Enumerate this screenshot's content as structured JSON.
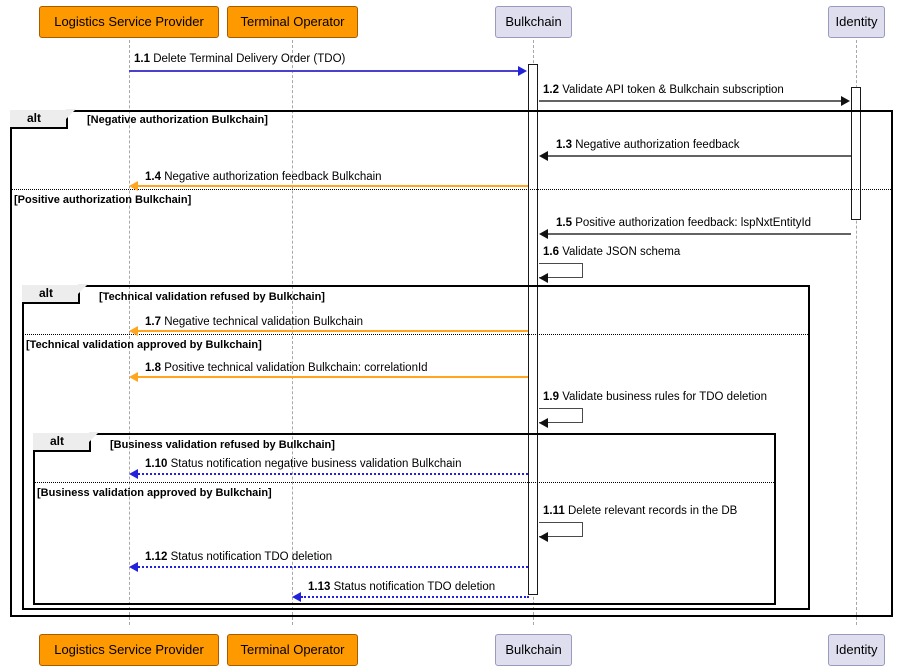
{
  "diagram": {
    "type": "uml-sequence-diagram",
    "title": "Delete Terminal Delivery Order (TDO)",
    "colors": {
      "actor_fill": "#FF9900",
      "actor_border": "#A85C00",
      "system_fill": "#DEDEEE",
      "system_border": "#9A9ABF",
      "message_blue": "#4B3FCF",
      "message_gray": "#636363",
      "message_orange": "#FFA51E",
      "message_dotted_blue": "#2222DD",
      "frame_border": "#000000",
      "lifeline": "#A8A8A8"
    }
  },
  "participants": [
    {
      "id": "lsp",
      "label": "Logistics Service Provider",
      "kind": "actor"
    },
    {
      "id": "terminal",
      "label": "Terminal Operator",
      "kind": "actor"
    },
    {
      "id": "bulkchain",
      "label": "Bulkchain",
      "kind": "system"
    },
    {
      "id": "identity",
      "label": "Identity",
      "kind": "system"
    }
  ],
  "fragments": [
    {
      "id": "frag-authorization",
      "operator": "alt",
      "guards": [
        "[Negative authorization Bulkchain]",
        "[Positive authorization Bulkchain]"
      ]
    },
    {
      "id": "frag-technical-validation",
      "operator": "alt",
      "guards": [
        "[Technical validation refused by Bulkchain]",
        "[Technical validation approved by Bulkchain]"
      ]
    },
    {
      "id": "frag-business-validation",
      "operator": "alt",
      "guards": [
        "[Business validation refused by Bulkchain]",
        "[Business validation approved by Bulkchain]"
      ]
    }
  ],
  "messages": [
    {
      "num": "1.1",
      "text": "Delete Terminal Delivery Order (TDO)",
      "from": "lsp",
      "to": "bulkchain",
      "style": "solid",
      "color": "blue"
    },
    {
      "num": "1.2",
      "text": "Validate API token & Bulkchain subscription",
      "from": "bulkchain",
      "to": "identity",
      "style": "solid",
      "color": "gray"
    },
    {
      "num": "1.3",
      "text": "Negative authorization feedback",
      "from": "identity",
      "to": "bulkchain",
      "style": "solid",
      "color": "gray"
    },
    {
      "num": "1.4",
      "text": "Negative authorization feedback Bulkchain",
      "from": "bulkchain",
      "to": "lsp",
      "style": "solid",
      "color": "orange"
    },
    {
      "num": "1.5",
      "text": "Positive authorization feedback: lspNxtEntityId",
      "from": "identity",
      "to": "bulkchain",
      "style": "solid",
      "color": "gray"
    },
    {
      "num": "1.6",
      "text": "Validate JSON schema",
      "from": "bulkchain",
      "to": "bulkchain",
      "style": "self",
      "color": "gray"
    },
    {
      "num": "1.7",
      "text": "Negative technical validation Bulkchain",
      "from": "bulkchain",
      "to": "lsp",
      "style": "solid",
      "color": "orange"
    },
    {
      "num": "1.8",
      "text": "Positive technical validation Bulkchain: correlationId",
      "from": "bulkchain",
      "to": "lsp",
      "style": "solid",
      "color": "orange"
    },
    {
      "num": "1.9",
      "text": "Validate business rules for TDO deletion",
      "from": "bulkchain",
      "to": "bulkchain",
      "style": "self",
      "color": "gray"
    },
    {
      "num": "1.10",
      "text": "Status notification negative business validation Bulkchain",
      "from": "bulkchain",
      "to": "lsp",
      "style": "dotted",
      "color": "dotblue"
    },
    {
      "num": "1.11",
      "text": "Delete relevant records in the DB",
      "from": "bulkchain",
      "to": "bulkchain",
      "style": "self",
      "color": "gray"
    },
    {
      "num": "1.12",
      "text": "Status notification TDO deletion",
      "from": "bulkchain",
      "to": "lsp",
      "style": "dotted",
      "color": "dotblue"
    },
    {
      "num": "1.13",
      "text": "Status notification TDO deletion",
      "from": "bulkchain",
      "to": "terminal",
      "style": "dotted",
      "color": "dotblue"
    }
  ]
}
